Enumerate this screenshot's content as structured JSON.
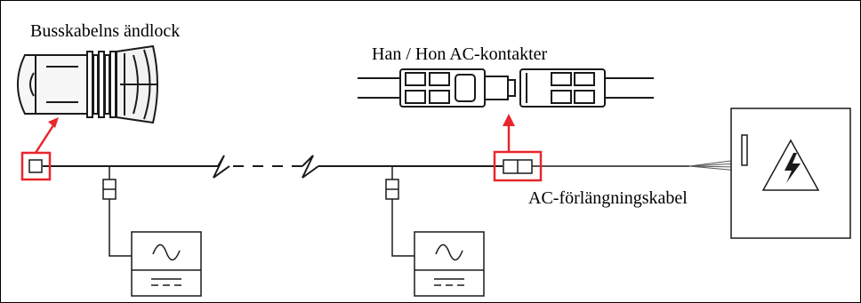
{
  "labels": {
    "end_cap": "Busskabelns ändlock",
    "connectors": "Han / Hon AC-kontakter",
    "extension_cable": "AC-förlängningskabel"
  },
  "colors": {
    "highlight": "#e8262b",
    "line": "#1a1a1a"
  }
}
